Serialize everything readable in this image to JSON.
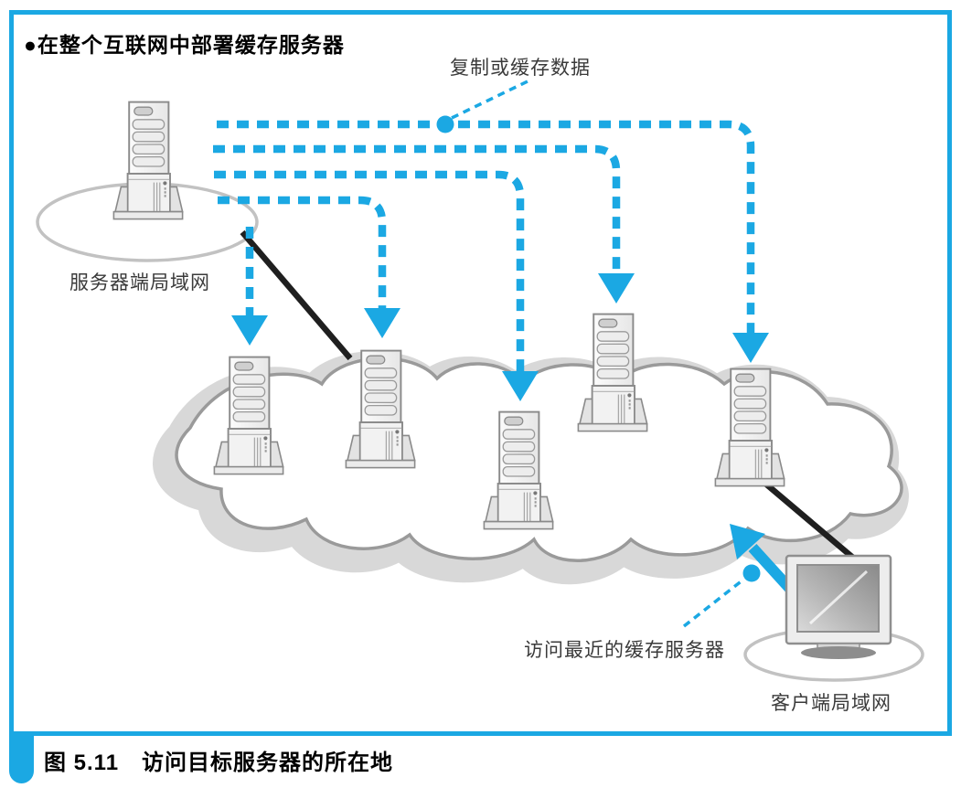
{
  "figure": {
    "title": "●在整个互联网中部署缓存服务器",
    "caption": "图 5.11　访问目标服务器的所在地"
  },
  "labels": {
    "replicate": "复制或缓存数据",
    "server_lan": "服务器端局域网",
    "access_nearest": "访问最近的缓存服务器",
    "client_lan": "客户端局域网"
  },
  "colors": {
    "accent": "#1BA8E3",
    "cloud_fill": "#D8D8D8",
    "cloud_stroke": "#9A9A9A",
    "black_line": "#1F1F1F",
    "label_text": "#3A3A3A"
  },
  "diagram": {
    "origin_server_icon": "server-tower-icon",
    "cache_server_icons": [
      "server-tower-icon",
      "server-tower-icon",
      "server-tower-icon",
      "server-tower-icon",
      "server-tower-icon"
    ],
    "client_icon": "crt-monitor-icon",
    "internet_shape": "cloud",
    "replicate_arrow_count": 5,
    "access_arrow_count": 1
  }
}
